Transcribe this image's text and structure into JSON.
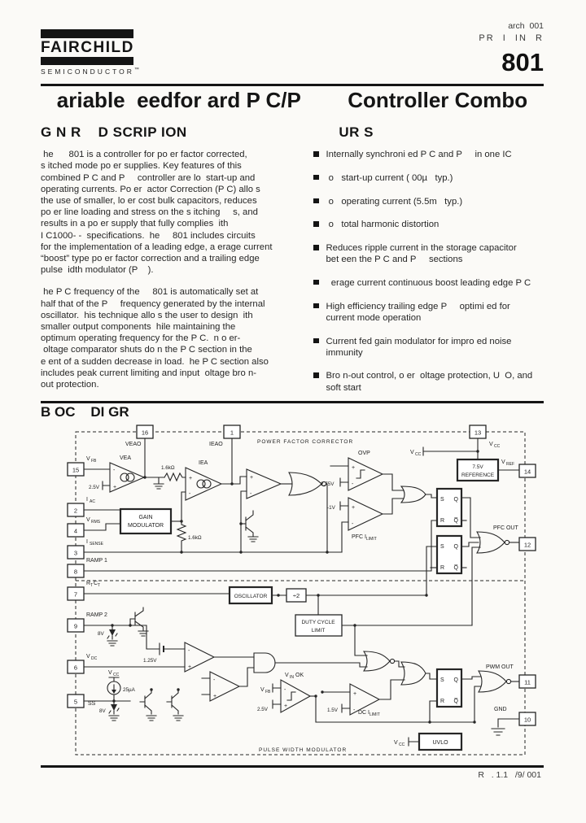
{
  "header": {
    "logo_text": "FAIRCHILD",
    "logo_sub": "SEMICONDUCTOR",
    "logo_tm": "™",
    "date": "arch  001",
    "status": "PR  I  IN  R",
    "part_number": "801"
  },
  "title": "ariable  eedfor ard P C/P        Controller Combo",
  "description": {
    "heading": "G N R    D SCRIP ION",
    "p1": [
      " he      801 is a controller for po er factor corrected,",
      "s itched mode po er supplies. Key features of this",
      "combined P C and P     controller are lo  start-up and",
      "operating currents. Po er  actor Correction (P C) allo s",
      "the use of smaller, lo er cost bulk capacitors, reduces",
      "po er line loading and stress on the s itching     s, and",
      "results in a po er supply that fully complies  ith",
      "I C1000- -  specifications.  he     801 includes circuits",
      "for the implementation of a leading edge, a erage current",
      "“boost” type po er factor correction and a trailing edge",
      "pulse  idth modulator (P    )."
    ],
    "p2": [
      " he P C frequency of the     801 is automatically set at",
      "half that of the P     frequency generated by the internal",
      "oscillator.  his technique allo s the user to design  ith",
      "smaller output components  hile maintaining the",
      "optimum operating frequency for the P C.  n o er-",
      " oltage comparator shuts do n the P C section in the",
      "e ent of a sudden decrease in load.  he P C section also",
      "includes peak current limiting and input  oltage bro n-",
      "out protection."
    ]
  },
  "features": {
    "heading": "      UR S",
    "items": [
      [
        "Internally synchroni ed P C and P     in one IC"
      ],
      [
        " o   start-up current ( 00µ   typ.)"
      ],
      [
        " o   operating current (5.5m   typ.)"
      ],
      [
        " o   total harmonic distortion"
      ],
      [
        "Reduces ripple current in the storage capacitor",
        "bet een the P C and P     sections"
      ],
      [
        "  erage current continuous boost leading edge P C"
      ],
      [
        "High efficiency trailing edge P     optimi ed for",
        "current mode operation"
      ],
      [
        "Current fed gain modulator for impro ed noise",
        "immunity"
      ],
      [
        "Bro n-out control, o er  oltage protection, U  O, and",
        "soft start"
      ]
    ]
  },
  "diagram": {
    "heading": "B OC    DI GR",
    "sections": {
      "pfc": "POWER FACTOR CORRECTOR",
      "pwm": "PULSE WIDTH MODULATOR"
    },
    "pins": {
      "p1": {
        "num": "1",
        "label": "IEAO"
      },
      "p2": {
        "num": "2",
        "main": "I",
        "sub": "AC"
      },
      "p3": {
        "num": "3",
        "main": "I",
        "sub": "SENSE"
      },
      "p4": {
        "num": "4",
        "main": "V",
        "sub": "RMS"
      },
      "p5": {
        "num": "5",
        "label": "SS"
      },
      "p6": {
        "num": "6",
        "main": "V",
        "sub": "DC"
      },
      "p7": {
        "num": "7",
        "r": "R",
        "t": "T",
        "c": "C",
        "t2": "T"
      },
      "p8": {
        "num": "8",
        "label": "RAMP 1"
      },
      "p9": {
        "num": "9",
        "label": "RAMP 2"
      },
      "p10": {
        "num": "10",
        "label": "GND"
      },
      "p11": {
        "num": "11",
        "label": "PWM OUT"
      },
      "p12": {
        "num": "12",
        "label": "PFC OUT"
      },
      "p13": {
        "num": "13",
        "main": "V",
        "sub": "CC"
      },
      "p14": {
        "num": "14",
        "main": "V",
        "sub": "REF"
      },
      "p15": {
        "num": "15",
        "main": "V",
        "sub": "FB"
      },
      "p16": {
        "num": "16",
        "label": "VEAO"
      }
    },
    "blocks": {
      "gain1": "GAIN",
      "gain2": "MODULATOR",
      "ref1": "7.5V",
      "ref2": "REFERENCE",
      "osc": "OSCILLATOR",
      "div2": "÷2",
      "duty1": "DUTY CYCLE",
      "duty2": "LIMIT",
      "uvlo": "UVLO"
    },
    "amps": {
      "vea": "VEA",
      "iea": "IEA",
      "ovp": "OVP",
      "vinok_main": "V",
      "vinok_sub": "IN",
      "vinok_post": "OK",
      "pfcil_main": "PFC I",
      "pfcil_sub": "LIMIT",
      "dcil_main": "DC I",
      "dcil_sub": "LIMIT"
    },
    "values": {
      "v2_5": "2.5V",
      "v2_75": "2.75V",
      "vm1": "-1V",
      "v1_5": "1.5V",
      "v1_25": "1.25V",
      "v8": "8V",
      "i25": "25µA",
      "r1_6": "1.6kΩ"
    },
    "misc": {
      "vcc_main": "V",
      "vcc_sub": "CC",
      "vfb_main": "V",
      "vfb_sub": "FB",
      "plus": "+",
      "minus": "-"
    },
    "ff": {
      "s": "S",
      "r": "R",
      "q": "Q",
      "qb": "Q̅"
    }
  },
  "footer": {
    "revision": "R   . 1.1   /9/ 001"
  }
}
